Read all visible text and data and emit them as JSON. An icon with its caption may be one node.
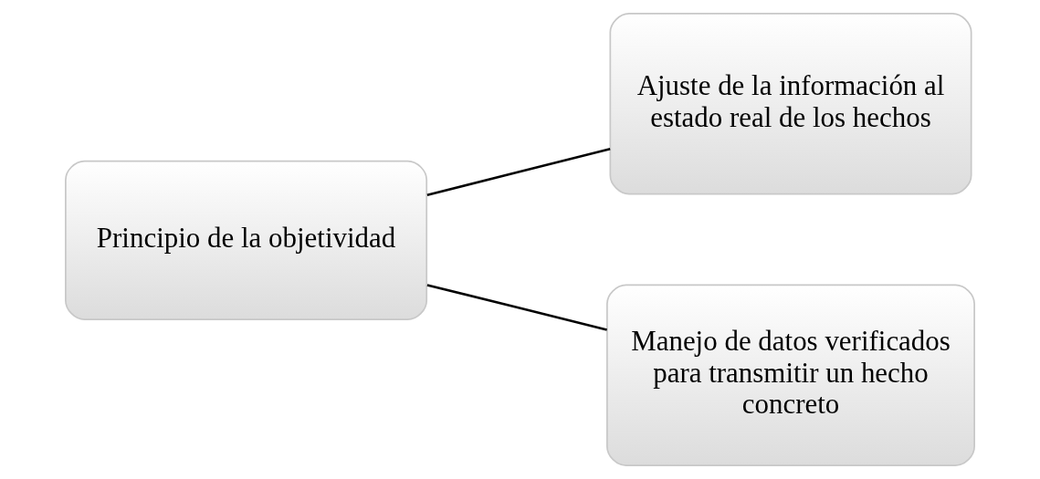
{
  "diagram": {
    "nodes": [
      {
        "text": [
          "Principio de la objetividad"
        ]
      },
      {
        "text": [
          "Ajuste de la información al estado real de los hechos"
        ]
      },
      {
        "text": [
          "Manejo de datos verificados para transmitir un hecho concreto"
        ]
      }
    ],
    "edges": [
      {
        "from": 0,
        "to": 1,
        "arrow": "none"
      },
      {
        "from": 0,
        "to": 2,
        "arrow": "none"
      }
    ]
  }
}
